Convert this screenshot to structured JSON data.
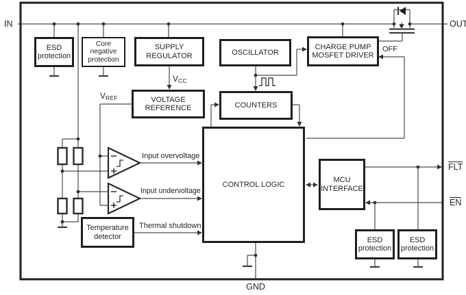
{
  "diagram": {
    "pins": {
      "in": "IN",
      "out": "OUT",
      "gnd": "GND",
      "flt": "FLT",
      "en": "EN"
    },
    "blocks": {
      "esd_top_left": "ESD\nprotection",
      "core_negative": "Core\nnegative\nprotection",
      "supply_regulator": "SUPPLY\nREGULATOR",
      "oscillator": "OSCILLATOR",
      "charge_pump": "CHARGE PUMP\nMOSFET DRIVER",
      "voltage_reference": "VOLTAGE\nREFERENCE",
      "counters": "COUNTERS",
      "control_logic": "CONTROL LOGIC",
      "mcu_interface": "MCU\nINTERFACE",
      "temperature_detector": "Temperature\ndetector",
      "esd_bottom_left": "ESD\nprotection",
      "esd_bottom_right": "ESD\nprotection"
    },
    "signals": {
      "off": "OFF",
      "input_overvoltage": "Input overvoltage",
      "input_undervoltage": "Input undervoltage",
      "thermal_shutdown": "Thermal shutdown",
      "vcc": {
        "main": "V",
        "sub": "CC"
      },
      "vref": {
        "main": "V",
        "sub": "REF"
      }
    },
    "icons": {
      "pass_mosfet": "mosfet-with-body-diode-icon",
      "comparators": "hysteresis-comparator-icon",
      "dividers": "resistor-icon",
      "grounds": "ground-tick-icon",
      "clock": "square-wave-icon"
    },
    "colors": {
      "background": "#ffffff",
      "box_border": "#1f1f1f",
      "wire": "#4a4a4a",
      "text": "#242424"
    }
  }
}
